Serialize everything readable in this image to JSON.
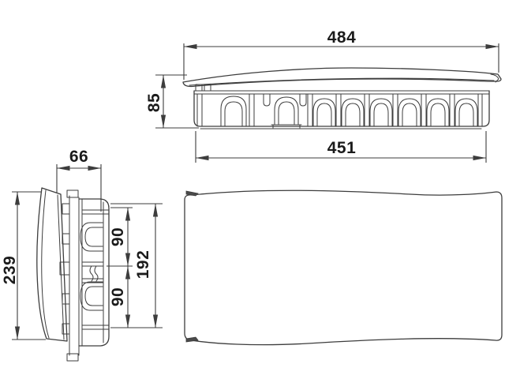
{
  "style": {
    "background": "#ffffff",
    "line_color": "#3d3d3d",
    "label_color": "#1b1b1b"
  },
  "views": {
    "front_elevation": {
      "overall_width": "484",
      "height": "85",
      "body_width": "451"
    },
    "side_profile": {
      "depth": "66",
      "overall_height": "239",
      "upper_spacing": "90",
      "lower_spacing": "90",
      "inner_height": "192"
    }
  }
}
